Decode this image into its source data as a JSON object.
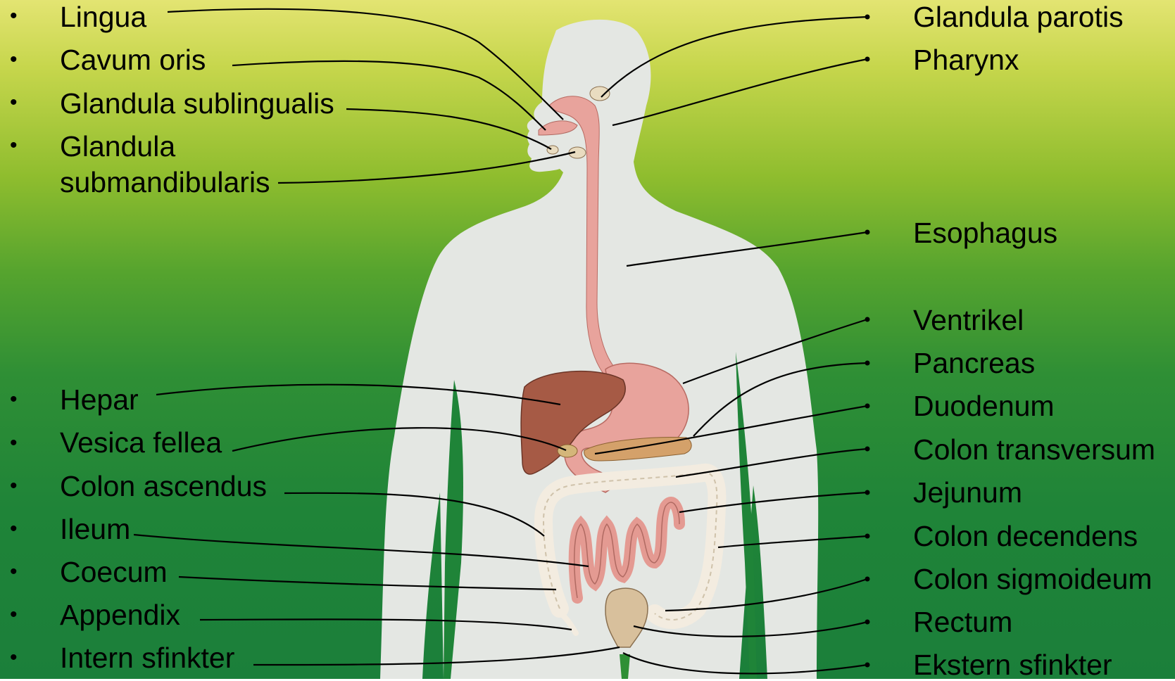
{
  "left_labels": [
    {
      "id": "lingua",
      "text": "Lingua"
    },
    {
      "id": "cavum-oris",
      "text": "Cavum oris"
    },
    {
      "id": "glandula-sublingualis",
      "text": "Glandula sublingualis"
    },
    {
      "id": "glandula-submandibularis-1",
      "text": "Glandula"
    },
    {
      "id": "glandula-submandibularis-2",
      "text": "submandibularis"
    },
    {
      "id": "hepar",
      "text": "Hepar"
    },
    {
      "id": "vesica-fellea",
      "text": "Vesica fellea"
    },
    {
      "id": "colon-ascendus",
      "text": "Colon ascendus"
    },
    {
      "id": "ileum",
      "text": "Ileum"
    },
    {
      "id": "coecum",
      "text": "Coecum"
    },
    {
      "id": "appendix",
      "text": "Appendix"
    },
    {
      "id": "intern-sfinkter",
      "text": "Intern sfinkter"
    }
  ],
  "right_labels": [
    {
      "id": "glandula-parotis",
      "text": "Glandula parotis"
    },
    {
      "id": "pharynx",
      "text": "Pharynx"
    },
    {
      "id": "esophagus",
      "text": "Esophagus"
    },
    {
      "id": "ventrikel",
      "text": "Ventrikel"
    },
    {
      "id": "pancreas",
      "text": "Pancreas"
    },
    {
      "id": "duodenum",
      "text": "Duodenum"
    },
    {
      "id": "colon-transversum",
      "text": "Colon transversum"
    },
    {
      "id": "jejunum",
      "text": "Jejunum"
    },
    {
      "id": "colon-decendens",
      "text": "Colon decendens"
    },
    {
      "id": "colon-sigmoideum",
      "text": "Colon sigmoideum"
    },
    {
      "id": "rectum",
      "text": "Rectum"
    },
    {
      "id": "ekstern-sfinkter",
      "text": "Ekstern sfinkter"
    }
  ],
  "bullet_glyph": "•",
  "colors": {
    "body": "#e4e7e3",
    "organ_pink": "#e8a39c",
    "liver": "#a65a45",
    "pancreas": "#d4a16a",
    "colon": "#f5eee3",
    "leader": "#000000"
  }
}
